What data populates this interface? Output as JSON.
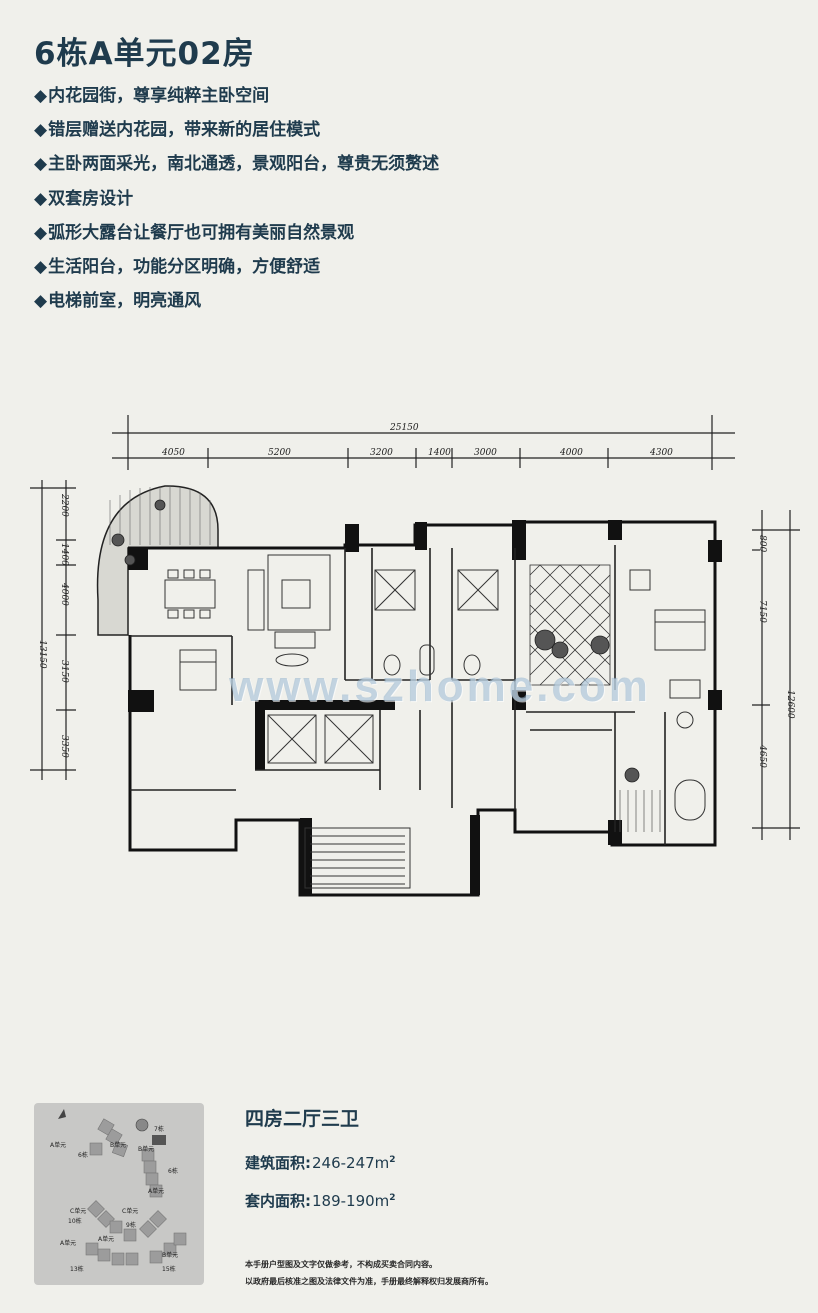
{
  "title": "6栋A单元02房",
  "features": [
    "内花园街，尊享纯粹主卧空间",
    "错层赠送内花园，带来新的居住模式",
    "主卧两面采光，南北通透，景观阳台，尊贵无须赘述",
    "双套房设计",
    "弧形大露台让餐厅也可拥有美丽自然景观",
    "生活阳台，功能分区明确，方便舒适",
    "电梯前室，明亮通风"
  ],
  "bullet": "◆",
  "plan": {
    "total_width": "25150",
    "top_dims": [
      "4050",
      "5200",
      "3200",
      "1400",
      "3000",
      "4000",
      "4300"
    ],
    "left_total": "13150",
    "left_dims": [
      "2200",
      "1400",
      "4000",
      "3150",
      "3350"
    ],
    "right_total": "12600",
    "right_dims": [
      "800",
      "7150",
      "4650"
    ]
  },
  "watermark": "www.szhome.com",
  "unit_type": "四房二厅三卫",
  "area_build": {
    "label": "建筑面积:",
    "value": "246-247m",
    "sup": "2"
  },
  "area_inner": {
    "label": "套内面积:",
    "value": "189-190m",
    "sup": "2"
  },
  "disclaimer": [
    "本手册户型图及文字仅做参考，不构成买卖合同内容。",
    "以政府最后核准之图及法律文件为准，手册最终解释权归发展商所有。"
  ],
  "sitemap": {
    "labels": [
      "7栋",
      "A单元",
      "B单元",
      "B单元",
      "6栋",
      "6栋",
      "A单元",
      "C单元",
      "10栋",
      "9栋",
      "C单元",
      "A单元",
      "B单元",
      "13栋",
      "A单元",
      "15栋"
    ],
    "colors": {
      "bg": "#c8c8c6",
      "building": "#9c9c9c",
      "highlight": "#555555"
    }
  },
  "colors": {
    "text": "#1f3b4d",
    "background": "#f0f0eb"
  }
}
